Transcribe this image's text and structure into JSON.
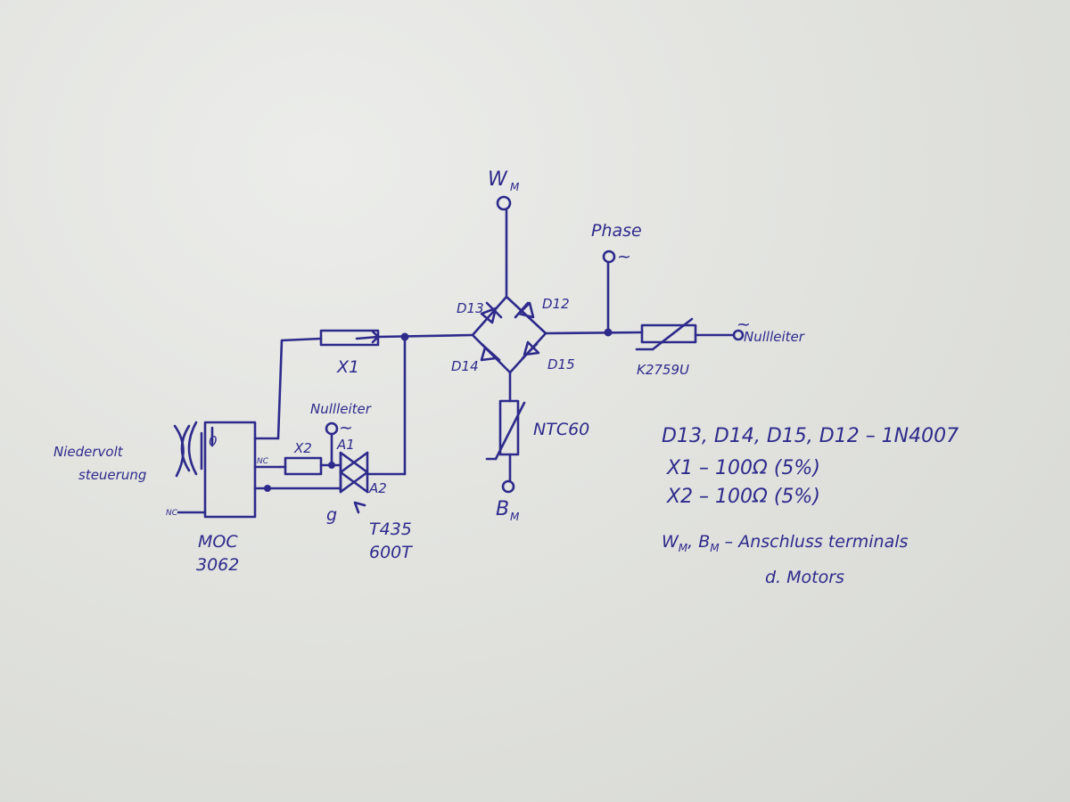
{
  "diagram": {
    "terminals": {
      "wm": "W",
      "wm_sub": "M",
      "bm": "B",
      "bm_sub": "M",
      "phase": "Phase",
      "phase_symbol": "~",
      "nullleiter_right": "Nullleiter",
      "nullleiter_right_symbol": "~",
      "nullleiter_top": "Nullleiter",
      "nullleiter_top_symbol": "~"
    },
    "components": {
      "d13": "D13",
      "d12": "D12",
      "d14": "D14",
      "d15": "D15",
      "x1": "X1",
      "x2": "X2",
      "k275": "K2759U",
      "ntc": "NTC60",
      "a1": "A1",
      "a2": "A2",
      "g": "g",
      "triac_line1": "T435",
      "triac_line2": "600T",
      "moc_line1": "MOC",
      "moc_line2": "3062",
      "moc_pin": "0",
      "nc1": "NC",
      "nc2": "NC",
      "control_line1": "Niedervolt",
      "control_line2": "steuerung"
    },
    "legend": {
      "line1": "D13, D14, D15, D12 – 1N4007",
      "line2": "X1 – 100Ω (5%)",
      "line3": "X2 – 100Ω (5%)",
      "line4": "W",
      "line4_sub1": "M",
      "line4_mid": ", B",
      "line4_sub2": "M",
      "line4_rest": " – Anschluss terminals",
      "line5": "d. Motors"
    }
  }
}
